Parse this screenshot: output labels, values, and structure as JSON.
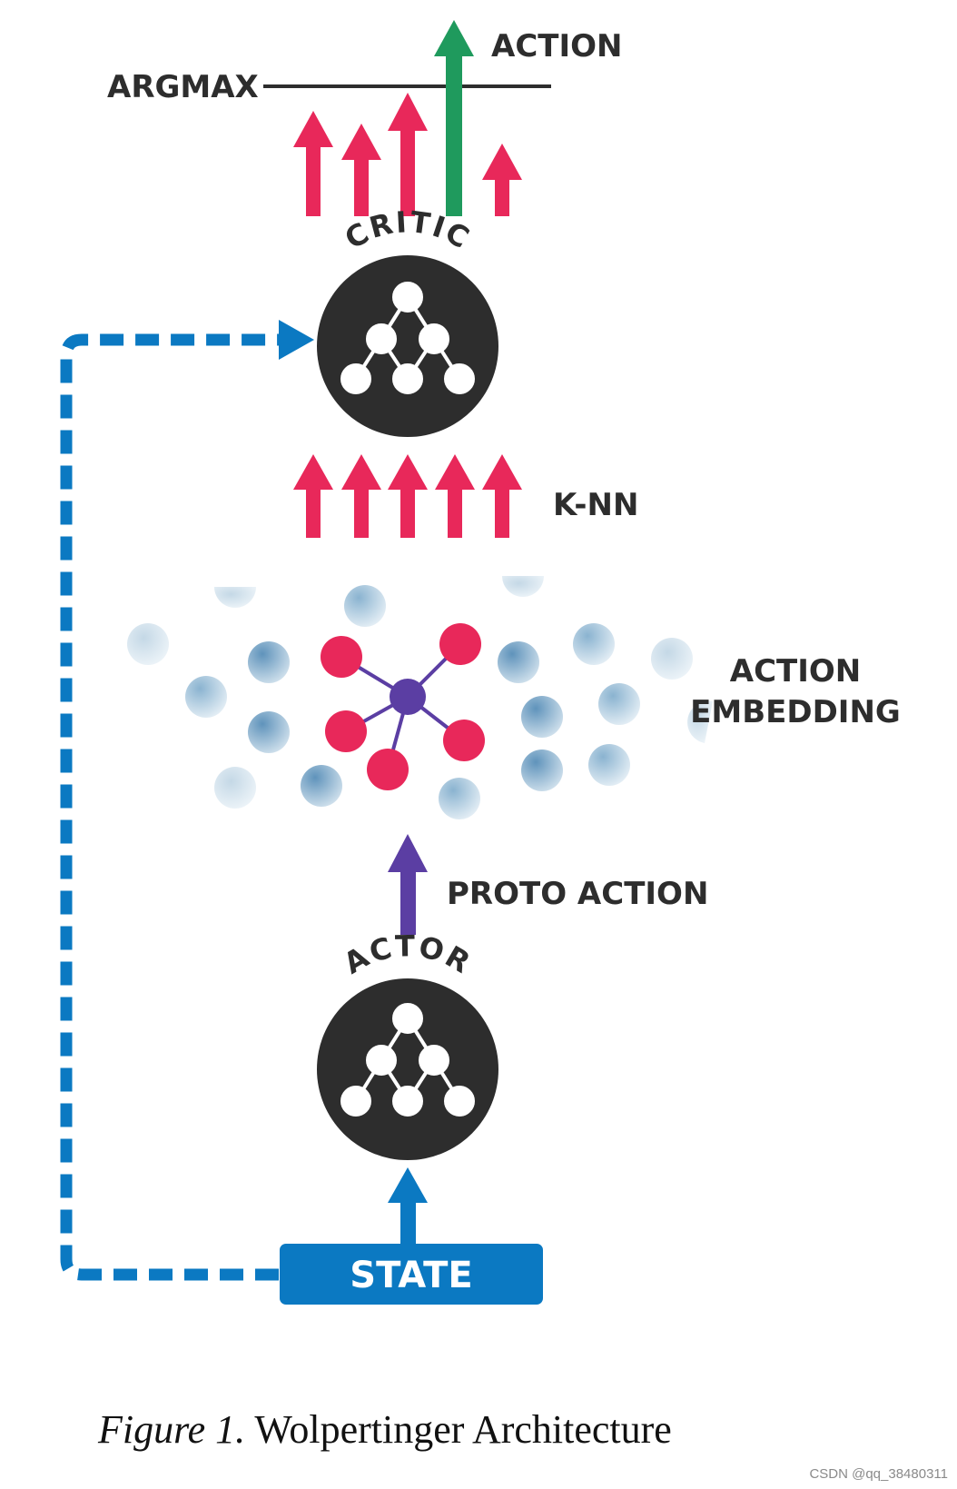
{
  "labels": {
    "action": "ACTION",
    "argmax": "ARGMAX",
    "critic": "CRITIC",
    "knn": "K-NN",
    "action_embedding_line1": "ACTION",
    "action_embedding_line2": "EMBEDDING",
    "proto_action": "PROTO ACTION",
    "actor": "ACTOR",
    "state": "STATE"
  },
  "caption": {
    "figure_prefix": "Figure 1.",
    "title": "Wolpertinger Architecture"
  },
  "watermark": "CSDN @qq_38480311",
  "colors": {
    "red_arrow": "#e8285a",
    "green_arrow": "#1f9a5d",
    "purple": "#5b3ea3",
    "blue": "#0b79c2",
    "dark_node": "#2d2d2d",
    "embedding_dot": "#6f9fc2"
  },
  "icons": {
    "critic": "neural-network-icon",
    "actor": "neural-network-icon"
  }
}
